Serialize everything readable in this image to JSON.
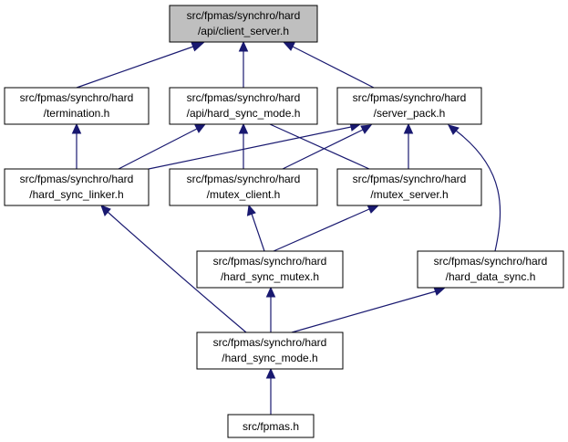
{
  "colors": {
    "root_fill": "#bfbfbf",
    "node_fill": "#ffffff",
    "edge": "#191970"
  },
  "nodes": {
    "client_server": {
      "line1": "src/fpmas/synchro/hard",
      "line2": "/api/client_server.h"
    },
    "termination": {
      "line1": "src/fpmas/synchro/hard",
      "line2": "/termination.h"
    },
    "api_hard_sync_mode": {
      "line1": "src/fpmas/synchro/hard",
      "line2": "/api/hard_sync_mode.h"
    },
    "server_pack": {
      "line1": "src/fpmas/synchro/hard",
      "line2": "/server_pack.h"
    },
    "hard_sync_linker": {
      "line1": "src/fpmas/synchro/hard",
      "line2": "/hard_sync_linker.h"
    },
    "mutex_client": {
      "line1": "src/fpmas/synchro/hard",
      "line2": "/mutex_client.h"
    },
    "mutex_server": {
      "line1": "src/fpmas/synchro/hard",
      "line2": "/mutex_server.h"
    },
    "hard_sync_mutex": {
      "line1": "src/fpmas/synchro/hard",
      "line2": "/hard_sync_mutex.h"
    },
    "hard_data_sync": {
      "line1": "src/fpmas/synchro/hard",
      "line2": "/hard_data_sync.h"
    },
    "hard_sync_mode": {
      "line1": "src/fpmas/synchro/hard",
      "line2": "/hard_sync_mode.h"
    },
    "fpmas": {
      "line1": "src/fpmas.h"
    }
  }
}
